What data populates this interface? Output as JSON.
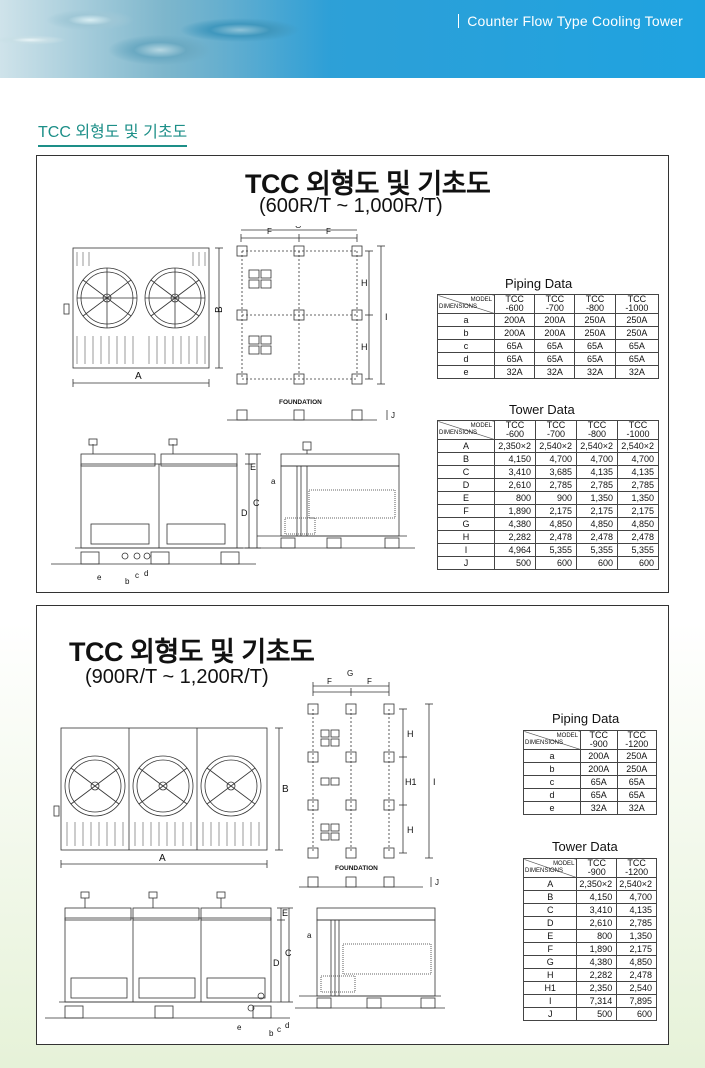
{
  "header": {
    "title": "Counter Flow Type Cooling Tower"
  },
  "section_title": "TCC 외형도 및 기초도",
  "panel1": {
    "title": "TCC 외형도 및 기초도",
    "subtitle": "(600R/T ~ 1,000R/T)",
    "labels": {
      "foundation": "FOUNDATION",
      "A": "A",
      "B": "B",
      "C": "C",
      "D": "D",
      "E": "E",
      "F": "F",
      "G": "G",
      "H": "H",
      "I": "I",
      "J": "J",
      "a": "a",
      "b": "b",
      "c": "c",
      "d": "d",
      "e": "e"
    },
    "piping": {
      "caption": "Piping Data",
      "model_label": "MODEL",
      "dim_label": "DIMENSIONS",
      "models": [
        "TCC\n-600",
        "TCC\n-700",
        "TCC\n-800",
        "TCC\n-1000"
      ],
      "rows": [
        {
          "label": "a",
          "values": [
            "200A",
            "200A",
            "250A",
            "250A"
          ]
        },
        {
          "label": "b",
          "values": [
            "200A",
            "200A",
            "250A",
            "250A"
          ]
        },
        {
          "label": "c",
          "values": [
            "65A",
            "65A",
            "65A",
            "65A"
          ]
        },
        {
          "label": "d",
          "values": [
            "65A",
            "65A",
            "65A",
            "65A"
          ]
        },
        {
          "label": "e",
          "values": [
            "32A",
            "32A",
            "32A",
            "32A"
          ]
        }
      ]
    },
    "tower": {
      "caption": "Tower Data",
      "model_label": "MODEL",
      "dim_label": "DIMENSIONS",
      "models": [
        "TCC\n-600",
        "TCC\n-700",
        "TCC\n-800",
        "TCC\n-1000"
      ],
      "rows": [
        {
          "label": "A",
          "values": [
            "2,350×2",
            "2,540×2",
            "2,540×2",
            "2,540×2"
          ]
        },
        {
          "label": "B",
          "values": [
            "4,150",
            "4,700",
            "4,700",
            "4,700"
          ]
        },
        {
          "label": "C",
          "values": [
            "3,410",
            "3,685",
            "4,135",
            "4,135"
          ]
        },
        {
          "label": "D",
          "values": [
            "2,610",
            "2,785",
            "2,785",
            "2,785"
          ]
        },
        {
          "label": "E",
          "values": [
            "800",
            "900",
            "1,350",
            "1,350"
          ]
        },
        {
          "label": "F",
          "values": [
            "1,890",
            "2,175",
            "2,175",
            "2,175"
          ]
        },
        {
          "label": "G",
          "values": [
            "4,380",
            "4,850",
            "4,850",
            "4,850"
          ]
        },
        {
          "label": "H",
          "values": [
            "2,282",
            "2,478",
            "2,478",
            "2,478"
          ]
        },
        {
          "label": "I",
          "values": [
            "4,964",
            "5,355",
            "5,355",
            "5,355"
          ]
        },
        {
          "label": "J",
          "values": [
            "500",
            "600",
            "600",
            "600"
          ]
        }
      ]
    }
  },
  "panel2": {
    "title": "TCC 외형도 및 기초도",
    "subtitle": "(900R/T ~ 1,200R/T)",
    "labels": {
      "foundation": "FOUNDATION",
      "A": "A",
      "B": "B",
      "C": "C",
      "D": "D",
      "E": "E",
      "F": "F",
      "G": "G",
      "H": "H",
      "H1": "H1",
      "I": "I",
      "J": "J",
      "a": "a",
      "b": "b",
      "c": "c",
      "d": "d",
      "e": "e"
    },
    "piping": {
      "caption": "Piping Data",
      "model_label": "MODEL",
      "dim_label": "DIMENSIONS",
      "models": [
        "TCC\n-900",
        "TCC\n-1200"
      ],
      "rows": [
        {
          "label": "a",
          "values": [
            "200A",
            "250A"
          ]
        },
        {
          "label": "b",
          "values": [
            "200A",
            "250A"
          ]
        },
        {
          "label": "c",
          "values": [
            "65A",
            "65A"
          ]
        },
        {
          "label": "d",
          "values": [
            "65A",
            "65A"
          ]
        },
        {
          "label": "e",
          "values": [
            "32A",
            "32A"
          ]
        }
      ]
    },
    "tower": {
      "caption": "Tower Data",
      "model_label": "MODEL",
      "dim_label": "DIMENSIONS",
      "models": [
        "TCC\n-900",
        "TCC\n-1200"
      ],
      "rows": [
        {
          "label": "A",
          "values": [
            "2,350×2",
            "2,540×2"
          ]
        },
        {
          "label": "B",
          "values": [
            "4,150",
            "4,700"
          ]
        },
        {
          "label": "C",
          "values": [
            "3,410",
            "4,135"
          ]
        },
        {
          "label": "D",
          "values": [
            "2,610",
            "2,785"
          ]
        },
        {
          "label": "E",
          "values": [
            "800",
            "1,350"
          ]
        },
        {
          "label": "F",
          "values": [
            "1,890",
            "2,175"
          ]
        },
        {
          "label": "G",
          "values": [
            "4,380",
            "4,850"
          ]
        },
        {
          "label": "H",
          "values": [
            "2,282",
            "2,478"
          ]
        },
        {
          "label": "H1",
          "values": [
            "2,350",
            "2,540"
          ]
        },
        {
          "label": "I",
          "values": [
            "7,314",
            "7,895"
          ]
        },
        {
          "label": "J",
          "values": [
            "500",
            "600"
          ]
        }
      ]
    }
  }
}
